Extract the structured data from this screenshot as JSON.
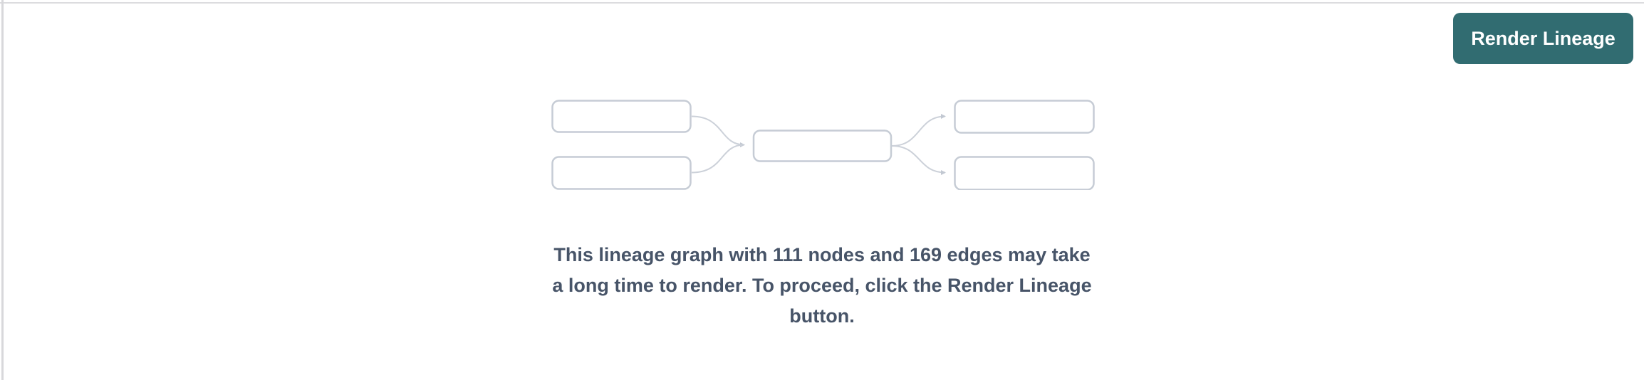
{
  "page": {
    "background": "#ffffff",
    "divider_color": "#dcdcdf"
  },
  "toolbar": {
    "render_button_label": "Render Lineage",
    "button_bg": "#316c71",
    "button_text_color": "#ffffff"
  },
  "placeholder": {
    "graphic_name": "mini-lineage-graph",
    "graphic_stroke_color": "#c6ccd5",
    "message_full": "This lineage graph with 111 nodes and 169 edges may take a long time to render. To proceed, click the Render Lineage button.",
    "message_lines": [
      "This lineage graph with 111 nodes and 169 edges may take",
      "a long time to render. To proceed, click the Render Lineage",
      "button."
    ],
    "node_count": "111",
    "edge_count": "169",
    "text_color": "#475468"
  }
}
